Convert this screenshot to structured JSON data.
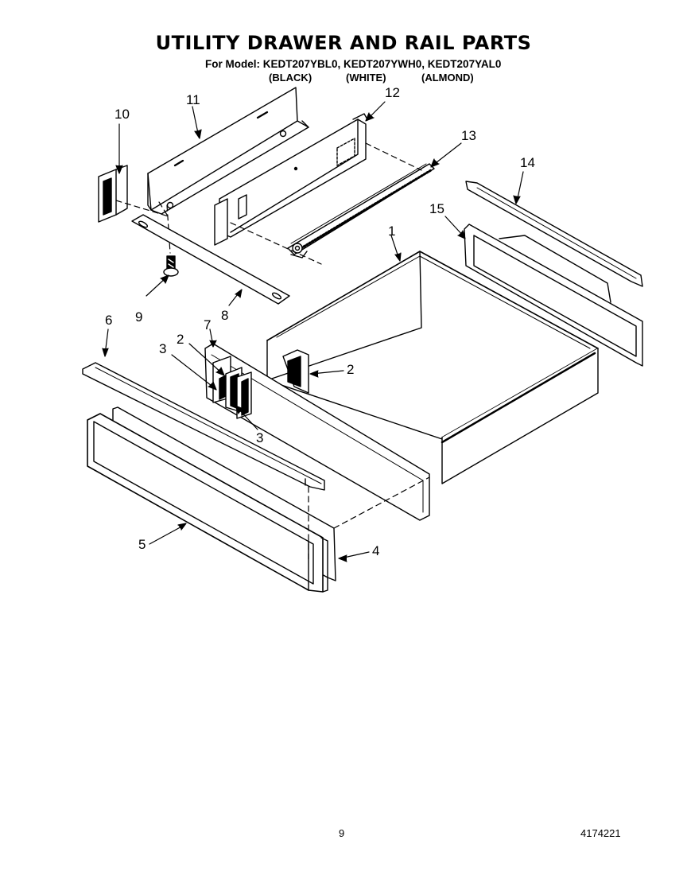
{
  "header": {
    "title": "UTILITY DRAWER AND RAIL PARTS",
    "model_line": "For Model: KEDT207YBL0, KEDT207YWH0, KEDT207YAL0",
    "colors": [
      "(BLACK)",
      "(WHITE)",
      "(ALMOND)"
    ]
  },
  "callouts": {
    "c1": "1",
    "c2a": "2",
    "c2b": "2",
    "c3a": "3",
    "c3b": "3",
    "c4": "4",
    "c5": "5",
    "c6": "6",
    "c7": "7",
    "c8": "8",
    "c9": "9",
    "c10": "10",
    "c11": "11",
    "c12": "12",
    "c13": "13",
    "c14": "14",
    "c15": "15"
  },
  "footer": {
    "page_number": "9",
    "doc_number": "4174221"
  }
}
